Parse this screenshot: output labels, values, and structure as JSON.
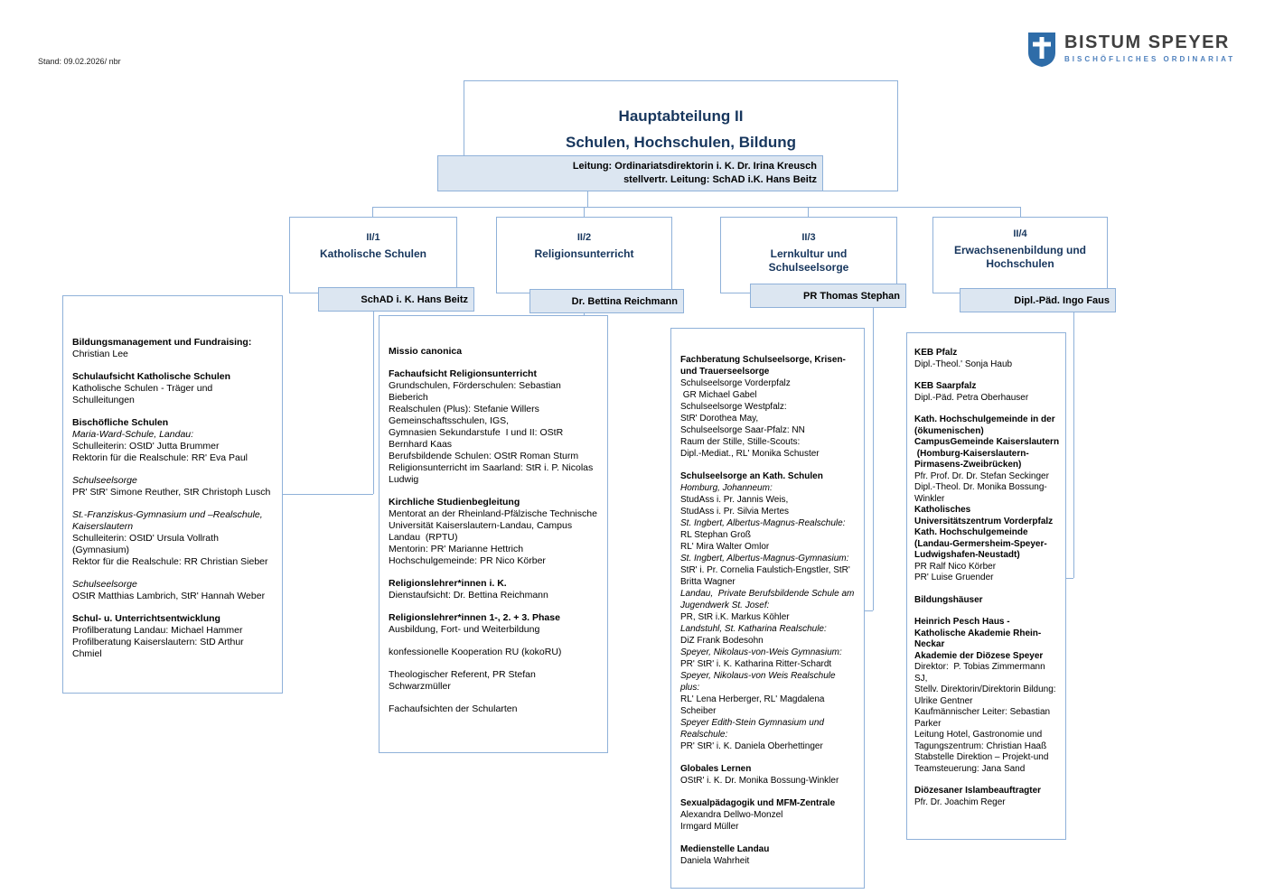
{
  "meta": {
    "stand": "Stand: 09.02.2026/ nbr"
  },
  "logo": {
    "name": "BISTUM SPEYER",
    "subtitle": "BISCHÖFLICHES ORDINARIAT"
  },
  "root": {
    "title_line1": "Hauptabteilung II",
    "title_line2": "Schulen, Hochschulen, Bildung",
    "leitung_line1": "Leitung: Ordinariatsdirektorin i. K. Dr. Irina Kreusch",
    "leitung_line2": "stellvertr. Leitung: SchAD i.K. Hans Beitz"
  },
  "departments": [
    {
      "code": "II/1",
      "name": "Katholische Schulen",
      "head": "SchAD i. K. Hans Beitz"
    },
    {
      "code": "II/2",
      "name": "Religionsunterricht",
      "head": "Dr. Bettina Reichmann"
    },
    {
      "code": "II/3",
      "name": "Lernkultur und Schulseelsorge",
      "head": "PR Thomas Stephan"
    },
    {
      "code": "II/4",
      "name": "Erwachsenenbildung und Hochschulen",
      "head": "Dipl.-Päd. Ingo Faus"
    }
  ],
  "details": [
    {
      "lines": [
        {
          "parts": [
            {
              "s": "b",
              "t": "Bildungsmanagement und Fundraising: "
            },
            {
              "s": "n",
              "t": "Christian Lee"
            }
          ]
        },
        {
          "s": "b",
          "t": "Schulaufsicht Katholische Schulen",
          "gap": true
        },
        {
          "s": "n",
          "t": "Katholische Schulen - Träger und Schulleitungen"
        },
        {
          "s": "b",
          "t": "Bischöfliche Schulen",
          "gap": true
        },
        {
          "s": "i",
          "t": "Maria-Ward-Schule, Landau:"
        },
        {
          "s": "n",
          "t": "Schulleiterin: OStD' Jutta Brummer"
        },
        {
          "s": "n",
          "t": "Rektorin für die Realschule: RR' Eva Paul"
        },
        {
          "s": "i",
          "t": "Schulseelsorge",
          "gap": true
        },
        {
          "s": "n",
          "t": "PR' StR' Simone Reuther, StR Christoph Lusch"
        },
        {
          "s": "i",
          "t": "St.-Franziskus-Gymnasium und –Realschule, Kaiserslautern",
          "gap": true
        },
        {
          "s": "n",
          "t": "Schulleiterin: OStD' Ursula Vollrath (Gymnasium)"
        },
        {
          "s": "n",
          "t": "Rektor für die Realschule: RR Christian Sieber"
        },
        {
          "s": "i",
          "t": "Schulseelsorge",
          "gap": true
        },
        {
          "s": "n",
          "t": "OStR Matthias Lambrich, StR' Hannah Weber"
        },
        {
          "s": "b",
          "t": "Schul- u. Unterrichtsentwicklung",
          "gap": true
        },
        {
          "s": "n",
          "t": "Profilberatung Landau: Michael Hammer"
        },
        {
          "s": "n",
          "t": "Profilberatung Kaiserslautern: StD Arthur Chmiel"
        }
      ]
    },
    {
      "lines": [
        {
          "s": "b",
          "t": "Missio canonica"
        },
        {
          "s": "b",
          "t": "Fachaufsicht Religionsunterricht",
          "gap": true
        },
        {
          "s": "n",
          "t": "Grundschulen, Förderschulen: Sebastian Bieberich"
        },
        {
          "s": "n",
          "t": "Realschulen (Plus): Stefanie Willers"
        },
        {
          "s": "n",
          "t": "Gemeinschaftsschulen, IGS,"
        },
        {
          "s": "n",
          "t": "Gymnasien Sekundarstufe  I und II: OStR Bernhard Kaas"
        },
        {
          "s": "n",
          "t": "Berufsbildende Schulen: OStR Roman Sturm"
        },
        {
          "s": "n",
          "t": "Religionsunterricht im Saarland: StR i. P. Nicolas Ludwig"
        },
        {
          "s": "b",
          "t": "Kirchliche Studienbegleitung",
          "gap": true
        },
        {
          "s": "n",
          "t": "Mentorat an der Rheinland-Pfälzische Technische Universität Kaiserslautern-Landau, Campus Landau  (RPTU)"
        },
        {
          "s": "n",
          "t": "Mentorin: PR' Marianne Hettrich"
        },
        {
          "s": "n",
          "t": "Hochschulgemeinde: PR Nico Körber"
        },
        {
          "s": "b",
          "t": "Religionslehrer*innen i. K.",
          "gap": true
        },
        {
          "s": "n",
          "t": "Dienstaufsicht: Dr. Bettina Reichmann"
        },
        {
          "s": "b",
          "t": "Religionslehrer*innen 1-, 2. + 3. Phase",
          "gap": true
        },
        {
          "s": "n",
          "t": "Ausbildung, Fort- und Weiterbildung"
        },
        {
          "s": "n",
          "t": "konfessionelle Kooperation RU (kokoRU)",
          "gap": true
        },
        {
          "s": "n",
          "t": "Theologischer Referent, PR Stefan Schwarzmüller",
          "gap": true
        },
        {
          "s": "n",
          "t": "Fachaufsichten der Schularten",
          "gap": true
        }
      ]
    },
    {
      "lines": [
        {
          "s": "b",
          "t": "Fachberatung Schulseelsorge, Krisen- und Trauerseelsorge"
        },
        {
          "s": "n",
          "t": "Schulseelsorge Vorderpfalz"
        },
        {
          "s": "n",
          "t": " GR Michael Gabel"
        },
        {
          "s": "n",
          "t": "Schulseelsorge Westpfalz:"
        },
        {
          "s": "n",
          "t": "StR' Dorothea May,"
        },
        {
          "s": "n",
          "t": "Schulseelsorge Saar-Pfalz: NN"
        },
        {
          "s": "n",
          "t": "Raum der Stille, Stille-Scouts:"
        },
        {
          "s": "n",
          "t": "Dipl.-Mediat., RL' Monika Schuster"
        },
        {
          "s": "b",
          "t": "Schulseelsorge an Kath. Schulen",
          "gap": true
        },
        {
          "s": "i",
          "t": "Homburg, Johanneum:"
        },
        {
          "s": "n",
          "t": "StudAss i. Pr. Jannis Weis,"
        },
        {
          "s": "n",
          "t": "StudAss i. Pr. Silvia Mertes"
        },
        {
          "s": "i",
          "t": "St. Ingbert, Albertus-Magnus-Realschule:"
        },
        {
          "s": "n",
          "t": "RL Stephan Groß"
        },
        {
          "s": "n",
          "t": "RL' Mira Walter Omlor"
        },
        {
          "s": "i",
          "t": "St. Ingbert, Albertus-Magnus-Gymnasium:"
        },
        {
          "s": "n",
          "t": "StR' i. Pr. Cornelia Faulstich-Engstler, StR' Britta Wagner"
        },
        {
          "s": "i",
          "t": "Landau,  Private Berufsbildende Schule am Jugendwerk St. Josef:"
        },
        {
          "s": "n",
          "t": "PR, StR i.K. Markus Köhler"
        },
        {
          "s": "i",
          "t": "Landstuhl, St. Katharina Realschule:"
        },
        {
          "s": "n",
          "t": "DiZ Frank Bodesohn"
        },
        {
          "s": "i",
          "t": "Speyer, Nikolaus-von-Weis Gymnasium:"
        },
        {
          "s": "n",
          "t": "PR' StR' i. K. Katharina Ritter-Schardt"
        },
        {
          "s": "i",
          "t": "Speyer, Nikolaus-von Weis Realschule plus:"
        },
        {
          "s": "n",
          "t": "RL' Lena Herberger, RL' Magdalena Scheiber"
        },
        {
          "s": "i",
          "t": "Speyer Edith-Stein Gymnasium und Realschule:"
        },
        {
          "s": "n",
          "t": "PR' StR' i. K. Daniela Oberhettinger"
        },
        {
          "s": "b",
          "t": "Globales Lernen",
          "gap": true
        },
        {
          "s": "n",
          "t": "OStR' i. K. Dr. Monika Bossung-Winkler"
        },
        {
          "s": "b",
          "t": "Sexualpädagogik und MFM-Zentrale",
          "gap": true
        },
        {
          "s": "n",
          "t": "Alexandra Dellwo-Monzel"
        },
        {
          "s": "n",
          "t": "Irmgard Müller"
        },
        {
          "s": "b",
          "t": "Medienstelle Landau",
          "gap": true
        },
        {
          "s": "n",
          "t": "Daniela Wahrheit"
        }
      ]
    },
    {
      "lines": [
        {
          "s": "b",
          "t": "KEB Pfalz"
        },
        {
          "s": "n",
          "t": "Dipl.-Theol.' Sonja Haub"
        },
        {
          "s": "b",
          "t": "KEB Saarpfalz",
          "gap": true
        },
        {
          "s": "n",
          "t": "Dipl.-Päd. Petra Oberhauser"
        },
        {
          "s": "b",
          "t": "Kath. Hochschulgemeinde in der (ökumenischen) CampusGemeinde Kaiserslautern",
          "gap": true
        },
        {
          "s": "b",
          "t": " (Homburg-Kaiserslautern-Pirmasens-Zweibrücken)"
        },
        {
          "s": "n",
          "t": "Pfr. Prof. Dr. Dr. Stefan Seckinger"
        },
        {
          "s": "n",
          "t": "Dipl.-Theol. Dr. Monika Bossung-Winkler"
        },
        {
          "s": "b",
          "t": "Katholisches Universitätszentrum Vorderpfalz"
        },
        {
          "s": "b",
          "t": "Kath. Hochschulgemeinde (Landau-Germersheim-Speyer-Ludwigshafen-Neustadt)"
        },
        {
          "s": "n",
          "t": "PR Ralf Nico Körber"
        },
        {
          "s": "n",
          "t": "PR' Luise Gruender"
        },
        {
          "s": "b",
          "t": "Bildungshäuser",
          "gap": true
        },
        {
          "s": "b",
          "t": "Heinrich Pesch Haus - Katholische Akademie Rhein-Neckar",
          "gap": true
        },
        {
          "s": "b",
          "t": "Akademie der Diözese Speyer"
        },
        {
          "s": "n",
          "t": "Direktor:  P. Tobias Zimmermann SJ,"
        },
        {
          "s": "n",
          "t": "Stellv. Direktorin/Direktorin Bildung:"
        },
        {
          "s": "n",
          "t": "Ulrike Gentner"
        },
        {
          "s": "n",
          "t": "Kaufmännischer Leiter: Sebastian Parker"
        },
        {
          "s": "n",
          "t": "Leitung Hotel, Gastronomie und"
        },
        {
          "s": "n",
          "t": "Tagungszentrum: Christian Haaß"
        },
        {
          "s": "n",
          "t": "Stabstelle Direktion – Projekt-und"
        },
        {
          "s": "n",
          "t": "Teamsteuerung: Jana Sand"
        },
        {
          "s": "b",
          "t": "Diözesaner Islambeauftragter",
          "gap": true
        },
        {
          "s": "n",
          "t": "Pfr. Dr. Joachim Reger"
        }
      ]
    }
  ],
  "colors": {
    "border": "#8fb1d9",
    "fill": "#dce6f1",
    "line": "#8fb1d9",
    "title": "#17365d",
    "logo_blue": "#2e6ca8",
    "logo_text": "#3f3f3f",
    "logo_sub": "#4f81bd"
  }
}
